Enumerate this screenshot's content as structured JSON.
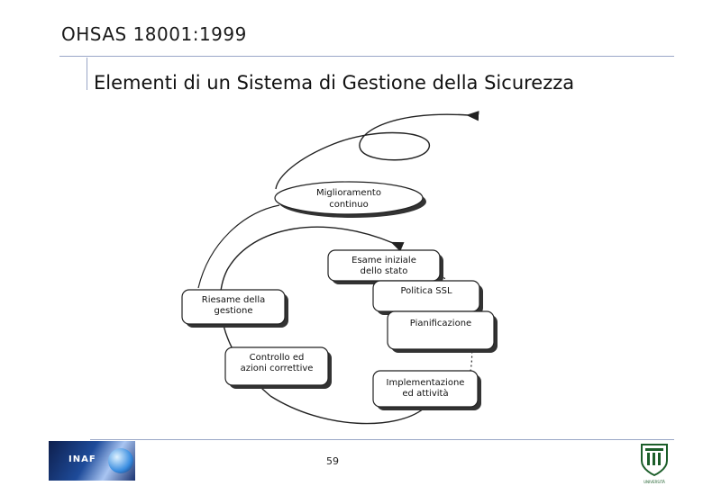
{
  "header": {
    "title": "OHSAS 18001:1999"
  },
  "subtitle": "Elementi di un Sistema di Gestione della Sicurezza",
  "diagram": {
    "nodes": [
      {
        "id": "miglioramento",
        "lines": [
          "Miglioramento",
          "continuo"
        ]
      },
      {
        "id": "esame",
        "lines": [
          "Esame iniziale",
          "dello stato"
        ]
      },
      {
        "id": "politica",
        "lines": [
          "Politica SSL"
        ]
      },
      {
        "id": "pianificazione",
        "lines": [
          "Pianificazione"
        ]
      },
      {
        "id": "implementazione",
        "lines": [
          "Implementazione",
          "ed attività"
        ]
      },
      {
        "id": "controllo",
        "lines": [
          "Controllo ed",
          "azioni correttive"
        ]
      },
      {
        "id": "riesame",
        "lines": [
          "Riesame della",
          "gestione"
        ]
      }
    ]
  },
  "footer": {
    "page_number": "59",
    "left_logo_text": "INAF",
    "right_logo_caption": "UNIVERSITÀ"
  },
  "colors": {
    "rule": "#9aa7c7"
  }
}
